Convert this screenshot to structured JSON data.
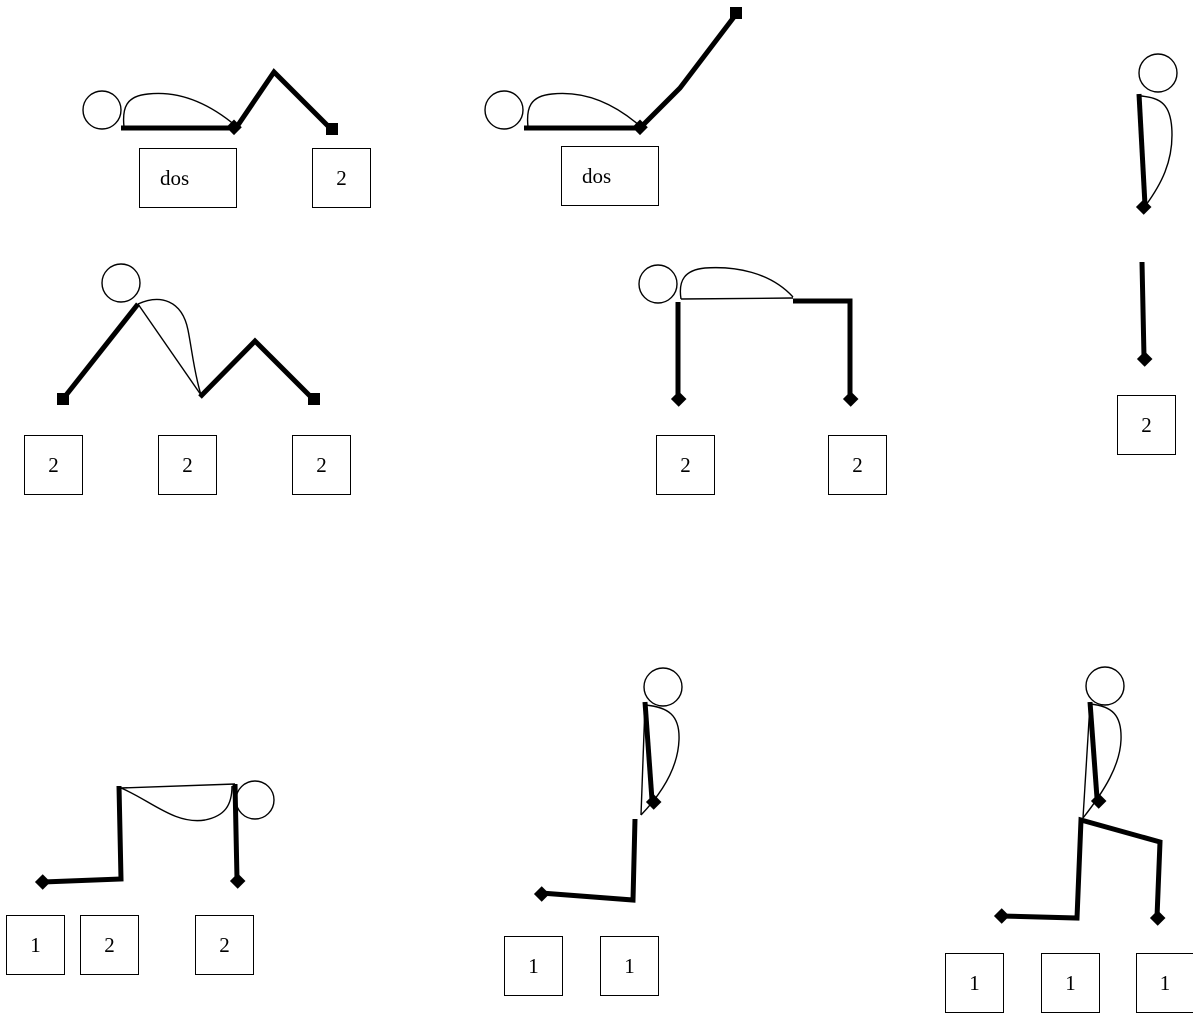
{
  "figures": [
    {
      "id": "f1-supine-knee-bent",
      "labels": [
        "dos",
        "2"
      ]
    },
    {
      "id": "f2-supine-leg-raised",
      "labels": [
        "dos"
      ]
    },
    {
      "id": "f3-standing",
      "labels": [
        "2"
      ]
    },
    {
      "id": "f4-sitting-knee-bent",
      "labels": [
        "2",
        "2",
        "2"
      ]
    },
    {
      "id": "f5-quadruped",
      "labels": [
        "2",
        "2"
      ]
    },
    {
      "id": "f6-crawl",
      "labels": [
        "1",
        "2",
        "2"
      ]
    },
    {
      "id": "f7-kneeling",
      "labels": [
        "1",
        "1"
      ]
    },
    {
      "id": "f8-half-kneeling",
      "labels": [
        "1",
        "1",
        "1"
      ]
    }
  ]
}
